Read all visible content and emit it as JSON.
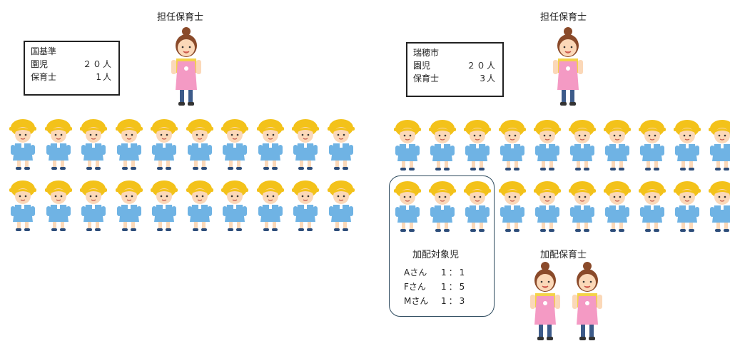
{
  "left": {
    "teacher_label": "担任保育士",
    "box": {
      "title": "国基準",
      "rows": [
        {
          "key": "園児",
          "value": "２０人"
        },
        {
          "key": "保育士",
          "value": "1人"
        }
      ]
    }
  },
  "right": {
    "teacher_label": "担任保育士",
    "box": {
      "title": "瑞穂市",
      "rows": [
        {
          "key": "園児",
          "value": "２０人"
        },
        {
          "key": "保育士",
          "value": "3人"
        }
      ]
    },
    "special": {
      "title": "加配対象児",
      "rows": [
        {
          "name": "Aさん",
          "ratio": "1：1"
        },
        {
          "name": "Fさん",
          "ratio": "1：5"
        },
        {
          "name": "Mさん",
          "ratio": "1：3"
        }
      ]
    },
    "extra_label": "加配保育士"
  },
  "colors": {
    "hat": "#f3c21a",
    "smock": "#6fb3e4",
    "apron": "#f49ac4",
    "teacher_shirt": "#f4d24a",
    "hair": "#8a4a2a",
    "skin": "#fbd8b8"
  },
  "icons": [
    "child-icon",
    "teacher-icon"
  ]
}
